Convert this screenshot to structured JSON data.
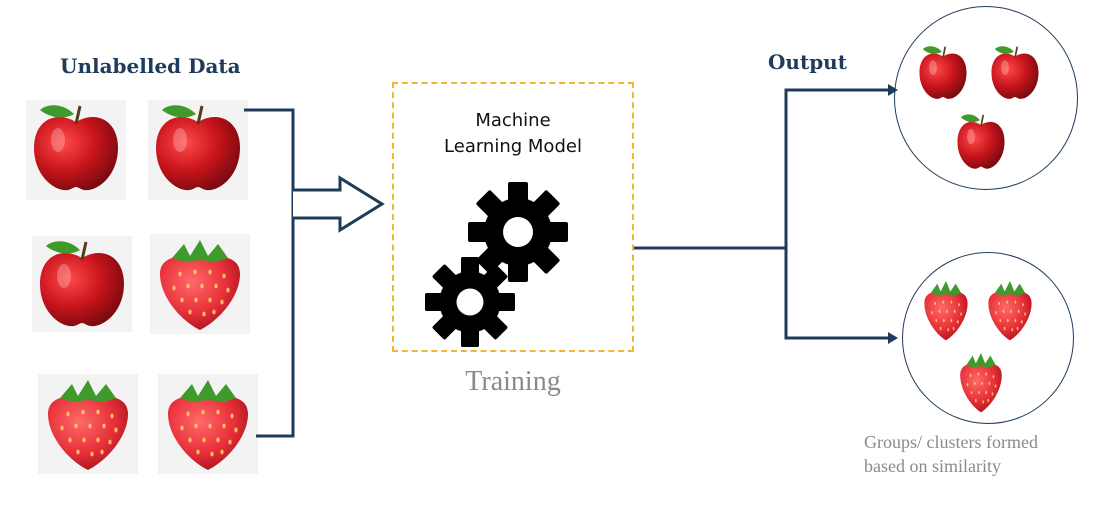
{
  "input_title": "Unlabelled Data",
  "model": {
    "line1": "Machine",
    "line2": "Learning Model",
    "caption": "Training"
  },
  "output_title": "Output",
  "clusters_caption": {
    "line1": "Groups/ clusters formed",
    "line2": "based on similarity"
  },
  "colors": {
    "arrow": "#1f3b5a",
    "dashed_border": "#f2b632",
    "apple": "#c8141c",
    "strawberry": "#e8303a",
    "leaf": "#3f9a2c",
    "gear": "#000000",
    "caption": "#8a8a8a"
  },
  "input_items": [
    "apple-icon",
    "apple-icon",
    "apple-icon",
    "strawberry-icon",
    "strawberry-icon",
    "strawberry-icon"
  ],
  "clusters": [
    {
      "name": "apples",
      "items": [
        "apple-icon",
        "apple-icon",
        "apple-icon"
      ]
    },
    {
      "name": "strawberries",
      "items": [
        "strawberry-icon",
        "strawberry-icon",
        "strawberry-icon"
      ]
    }
  ],
  "gears": [
    "gear-icon",
    "gear-icon"
  ]
}
